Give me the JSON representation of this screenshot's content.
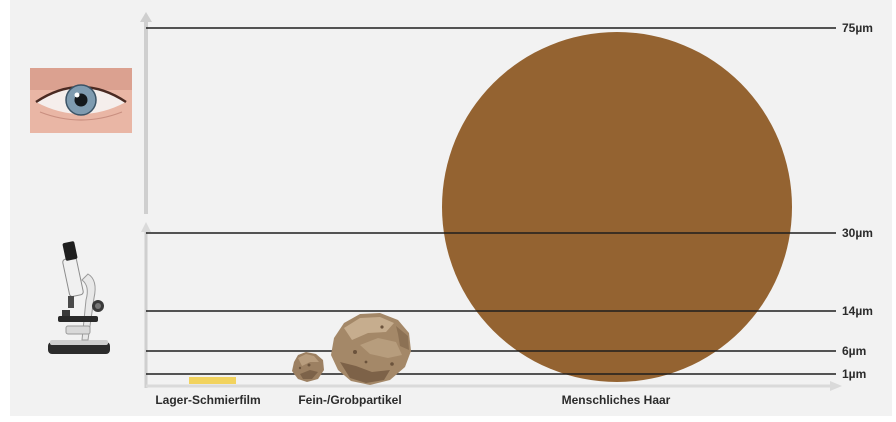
{
  "scale": {
    "ticks": [
      {
        "label": "75µm",
        "value": 75
      },
      {
        "label": "30µm",
        "value": 30
      },
      {
        "label": "14µm",
        "value": 14
      },
      {
        "label": "6µm",
        "value": 6
      },
      {
        "label": "1µm",
        "value": 1
      }
    ]
  },
  "categories": [
    {
      "label": "Lager-Schmierfilm"
    },
    {
      "label": "Fein-/Grobpartikel"
    },
    {
      "label": "Menschliches Haar"
    }
  ],
  "visibility_icons": [
    {
      "icon": "eye-icon",
      "meaning": "visible to the naked eye"
    },
    {
      "icon": "microscope-icon",
      "meaning": "visible with a microscope"
    }
  ],
  "colors": {
    "hair": "#946331",
    "film": "#f2d35e",
    "particle": "#a48868",
    "line": "#1e1e1e",
    "axis": "#cfcfcf"
  }
}
